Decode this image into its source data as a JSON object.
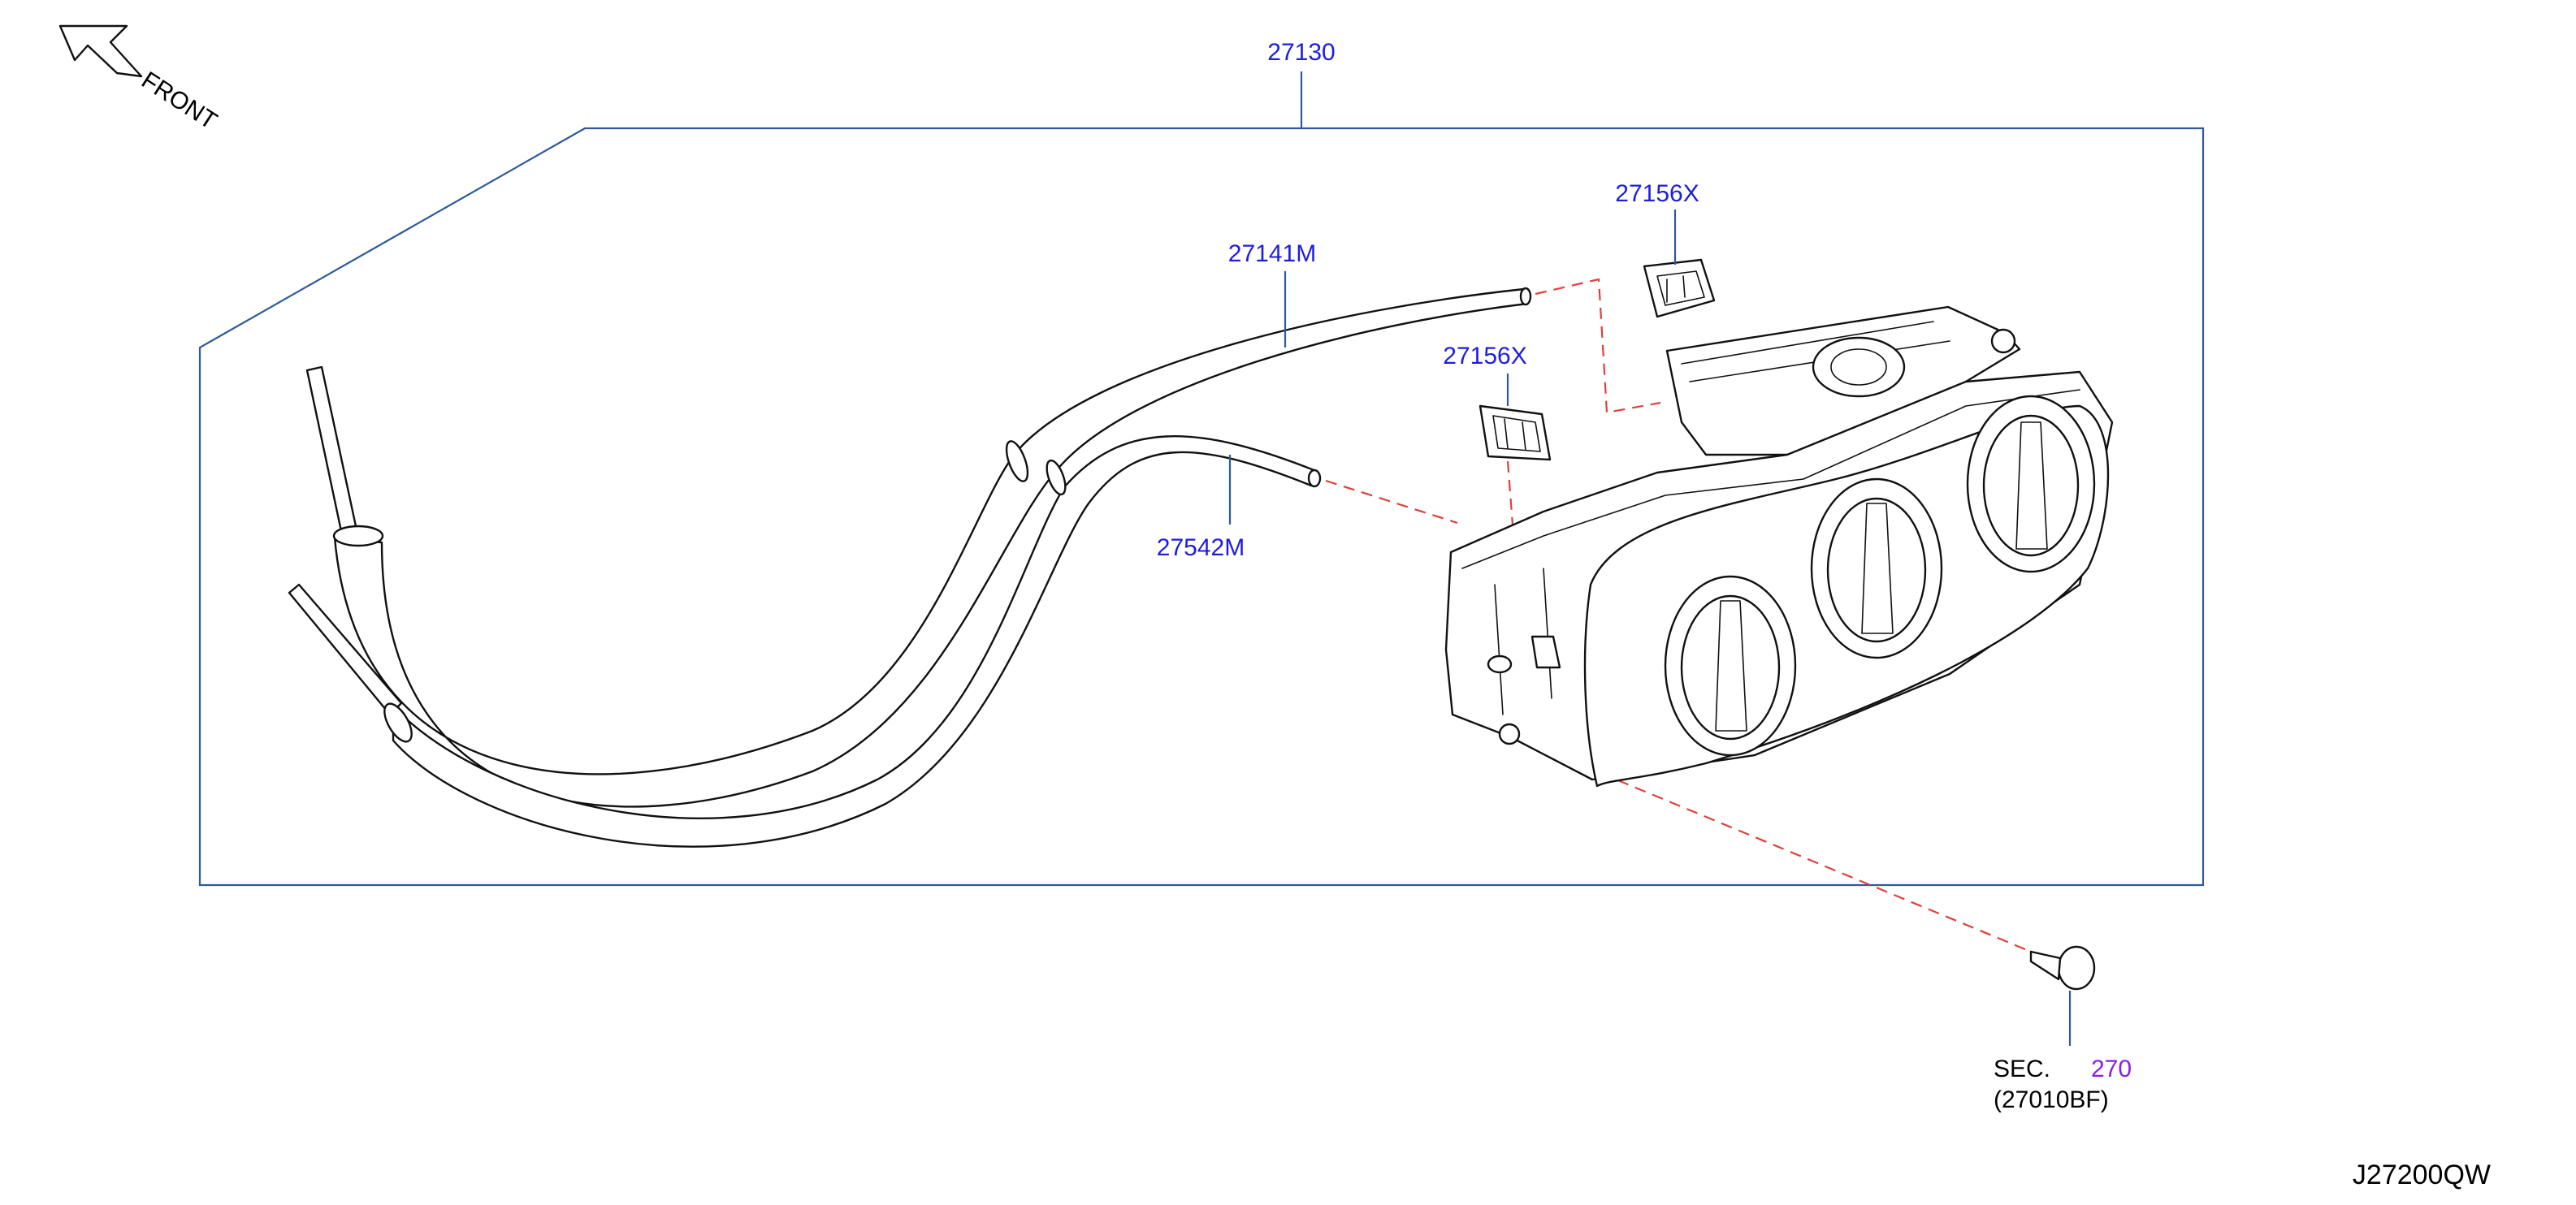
{
  "diagram": {
    "front_label": "FRONT",
    "diagram_code": "J27200QW",
    "colors": {
      "part_number": "#1d1de0",
      "section_number": "#8a1ee6",
      "leader_line": "#2e5a9c",
      "dashed_connector": "#e0403a"
    },
    "callouts": {
      "assembly": "27130",
      "cable_upper": "27141M",
      "cable_lower": "27542M",
      "clip_upper": "27156X",
      "clip_lower": "27156X"
    },
    "section_ref": {
      "prefix": "SEC.",
      "number": "270",
      "part": "(27010BF)"
    }
  }
}
